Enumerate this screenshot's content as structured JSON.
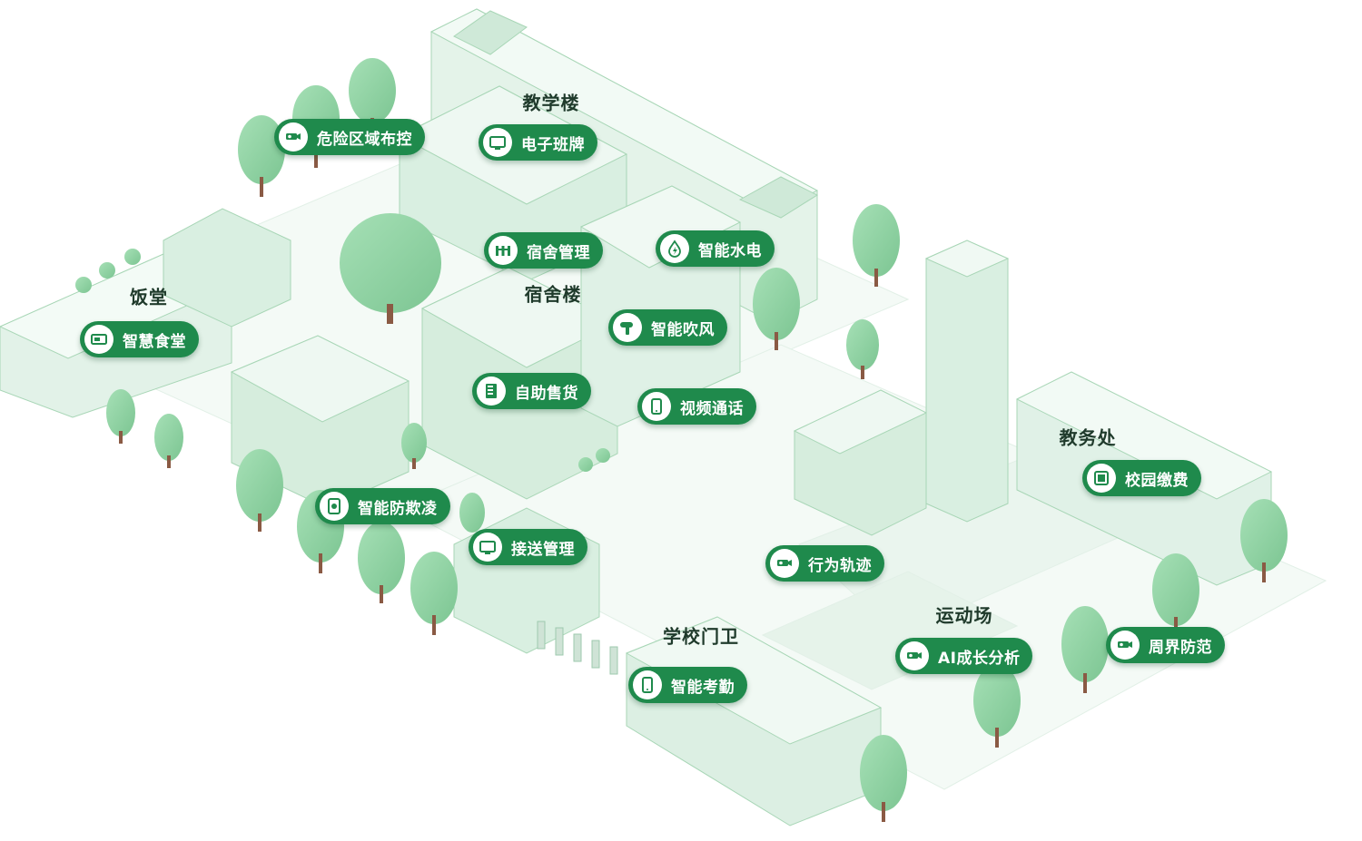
{
  "areas": {
    "teaching": "教学楼",
    "dorm": "宿舍楼",
    "canteen": "饭堂",
    "academic": "教务处",
    "sports": "运动场",
    "gate": "学校门卫"
  },
  "features": {
    "danger_zone": {
      "label": "危险区域布控",
      "icon": "camera-icon"
    },
    "e_classboard": {
      "label": "电子班牌",
      "icon": "screen-icon"
    },
    "dorm_mgmt": {
      "label": "宿舍管理",
      "icon": "gate-icon"
    },
    "smart_utility": {
      "label": "智能水电",
      "icon": "water-power-icon"
    },
    "smart_hairdryer": {
      "label": "智能吹风",
      "icon": "hairdryer-icon"
    },
    "smart_canteen": {
      "label": "智慧食堂",
      "icon": "card-reader-icon"
    },
    "self_vending": {
      "label": "自助售货",
      "icon": "vending-machine-icon"
    },
    "video_call": {
      "label": "视频通话",
      "icon": "phone-icon"
    },
    "anti_bullying": {
      "label": "智能防欺凌",
      "icon": "alarm-device-icon"
    },
    "pickup_mgmt": {
      "label": "接送管理",
      "icon": "screen-icon"
    },
    "campus_payment": {
      "label": "校园缴费",
      "icon": "payment-terminal-icon"
    },
    "behavior_track": {
      "label": "行为轨迹",
      "icon": "camera-icon"
    },
    "ai_growth": {
      "label": "AI成长分析",
      "icon": "camera-icon"
    },
    "perimeter": {
      "label": "周界防范",
      "icon": "camera-icon"
    },
    "attendance": {
      "label": "智能考勤",
      "icon": "phone-icon"
    }
  },
  "colors": {
    "pill": "#1f8a4c",
    "tree": "#8fd4a3",
    "building_light": "#eef8f1",
    "building_mid": "#d6eddd",
    "outline": "#a8d6b6"
  }
}
